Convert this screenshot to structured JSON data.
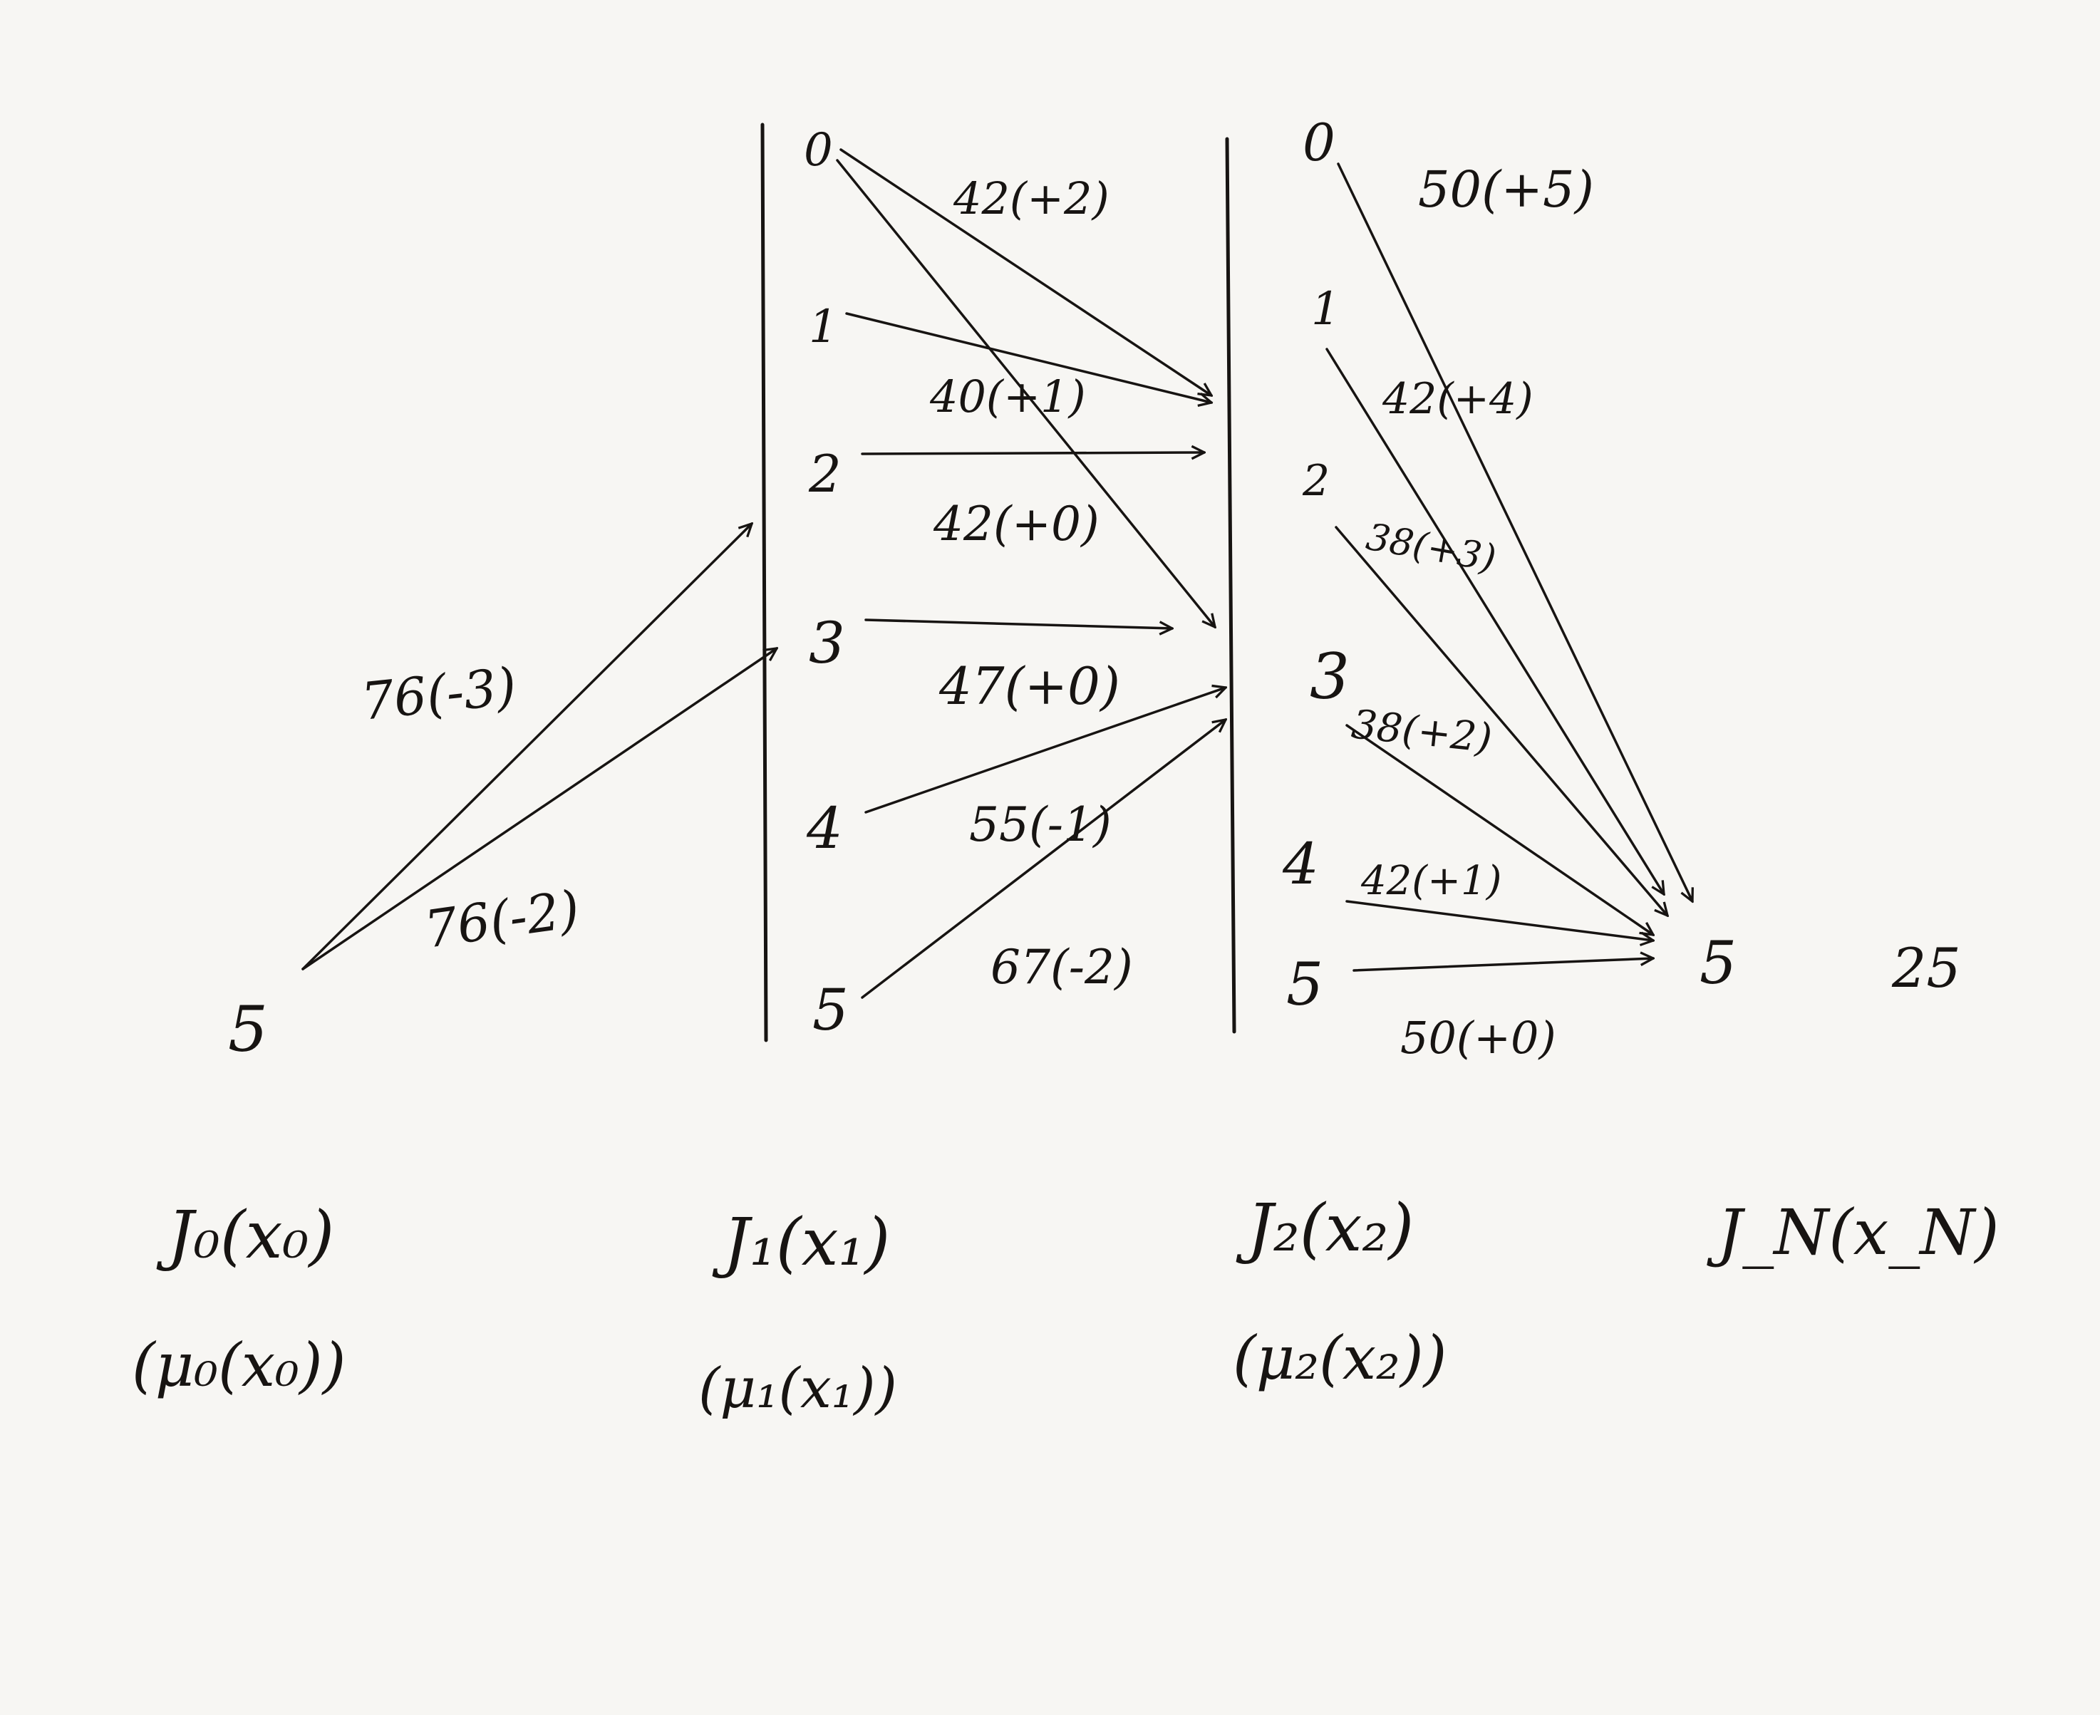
{
  "stages": {
    "s0": {
      "cost_label": "J₀(x₀)",
      "policy_label": "(μ₀(x₀))"
    },
    "s1": {
      "cost_label": "J₁(x₁)",
      "policy_label": "(μ₁(x₁))"
    },
    "s2": {
      "cost_label": "J₂(x₂)",
      "policy_label": "(μ₂(x₂))"
    },
    "sN": {
      "cost_label": "J_N(x_N)"
    }
  },
  "start_node": "5",
  "stage1_states": [
    "0",
    "1",
    "2",
    "3",
    "4",
    "5"
  ],
  "stage2_states": [
    "0",
    "1",
    "2",
    "3",
    "4",
    "5"
  ],
  "terminal_node": "5",
  "terminal_value": "25",
  "edge_labels": {
    "start_to_2": "76(-3)",
    "start_to_3": "76(-2)",
    "s1_0": "42(+2)",
    "s1_1": "40(+1)",
    "s1_2": "42(+0)",
    "s1_3": "47(+0)",
    "s1_4": "55(-1)",
    "s1_5": "67(-2)",
    "s2_0": "50(+5)",
    "s2_1": "42(+4)",
    "s2_2": "38(+3)",
    "s2_3": "38(+2)",
    "s2_4": "42(+1)",
    "s2_5": "50(+0)"
  }
}
